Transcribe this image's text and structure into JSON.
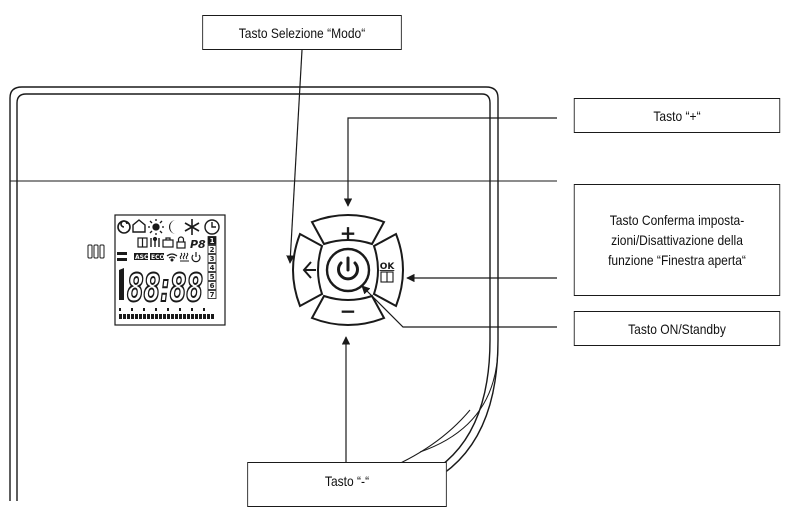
{
  "callouts": {
    "mode": "Tasto Selezione “Modo“",
    "plus": "Tasto “+“",
    "confirm_lines": [
      "Tasto Conferma imposta-",
      "zioni/Disattivazione della",
      "funzione “Finestra aperta“"
    ],
    "onoff": "Tasto ON/Standby",
    "minus": "Tasto “-“"
  },
  "buttons": {
    "plus_symbol": "+",
    "minus_symbol": "−",
    "ok_label": "OK"
  },
  "lcd": {
    "digits": "88:88",
    "badge_asc": "ASC",
    "badge_eco": "ECO",
    "program_label": "P8",
    "day_numbers": [
      "1",
      "2",
      "3",
      "4",
      "5",
      "6",
      "7"
    ]
  },
  "icons": [
    "spiral-icon",
    "home-icon",
    "sun-icon",
    "moon-icon",
    "snowflake-icon",
    "clock-icon",
    "window-icon",
    "person-icon",
    "suitcase-icon",
    "lock-icon",
    "wifi-icon",
    "heat-icon",
    "power-icon",
    "back-arrow-icon"
  ],
  "colors": {
    "line": "#1a1a1a",
    "background": "#ffffff"
  }
}
